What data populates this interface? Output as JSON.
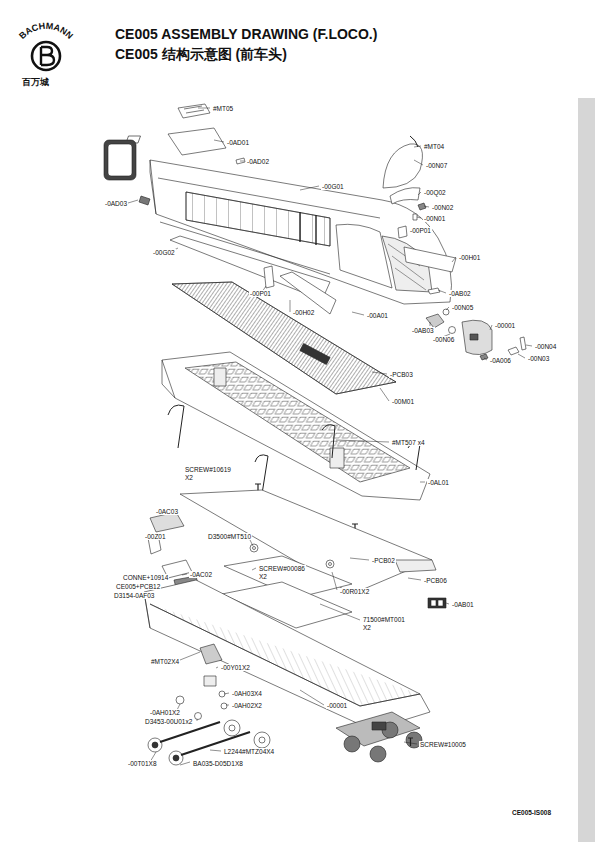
{
  "diagram": {
    "title": "CE005 ASSEMBLY DRAWING (F.LOCO.)",
    "labels": [
      "BACHMANN",
      "百万城",
      "CE005 结构示意图 (前车头)",
      "#MT05",
      "-0AD01",
      "#MT04",
      "-00N07",
      "-0AD02",
      "-00G01",
      "-00Q02",
      "-00N02",
      "-0AD03",
      "-00N01",
      "-00P01",
      "-00G02",
      "-00H01",
      "-00P01",
      "-0AB02",
      "-00N05",
      "-00H02",
      "-00A01",
      "-0AB03",
      "-00001",
      "-00N04",
      "-00N06",
      "-0A006",
      "-00N03",
      "-PCB03",
      "-00M01",
      "#MT507 x4",
      "SCREW#10619",
      "X2",
      "-0AL01",
      "-0AC03",
      "-00Z01",
      "D3500#MT510",
      "-PCB02",
      "SCREW#00086",
      "X2",
      "CONNE+10914",
      "-0AC02",
      "-PCB06",
      "CE005+PCB12",
      "-00R01X2",
      "D3154-0AF03",
      "-0AB01",
      "71500#MT001",
      "X2",
      "#MT02X4",
      "-00Y01X2",
      "-0AH03X4",
      "-0AH02X2",
      "-00001",
      "-0AH01X2",
      "D3453-00U01x2",
      "SCREW#10005",
      "L2244#MTZ04X4",
      "-00T01X8",
      "BA035-D05D1X8",
      "CE005-IS008"
    ]
  }
}
